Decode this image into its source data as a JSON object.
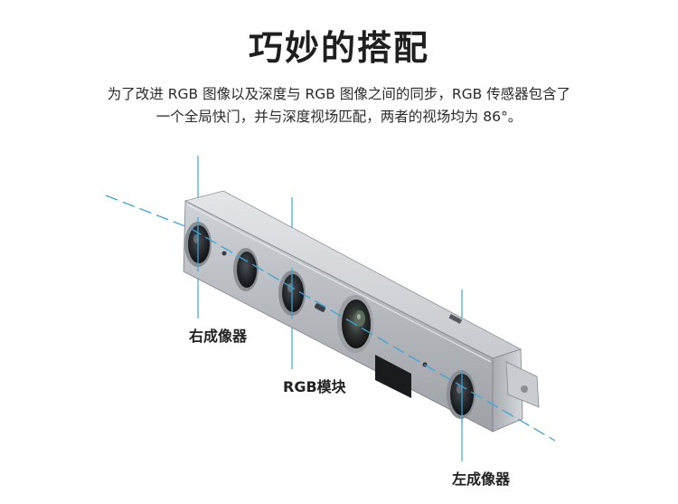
{
  "title": "巧妙的搭配",
  "description": {
    "line1": "为了改进 RGB 图像以及深度与 RGB 图像之间的同步，RGB 传感器包含了",
    "line2": "一个全局快门，并与深度视场匹配，两者的视场均为 86°。"
  },
  "labels": {
    "right_imager": "右成像器",
    "rgb_module": "RGB模块",
    "left_imager": "左成像器"
  },
  "colors": {
    "guide_line": "#3aa6d8",
    "device_body": "#b9bcc0",
    "lens": "#1d1f22"
  }
}
